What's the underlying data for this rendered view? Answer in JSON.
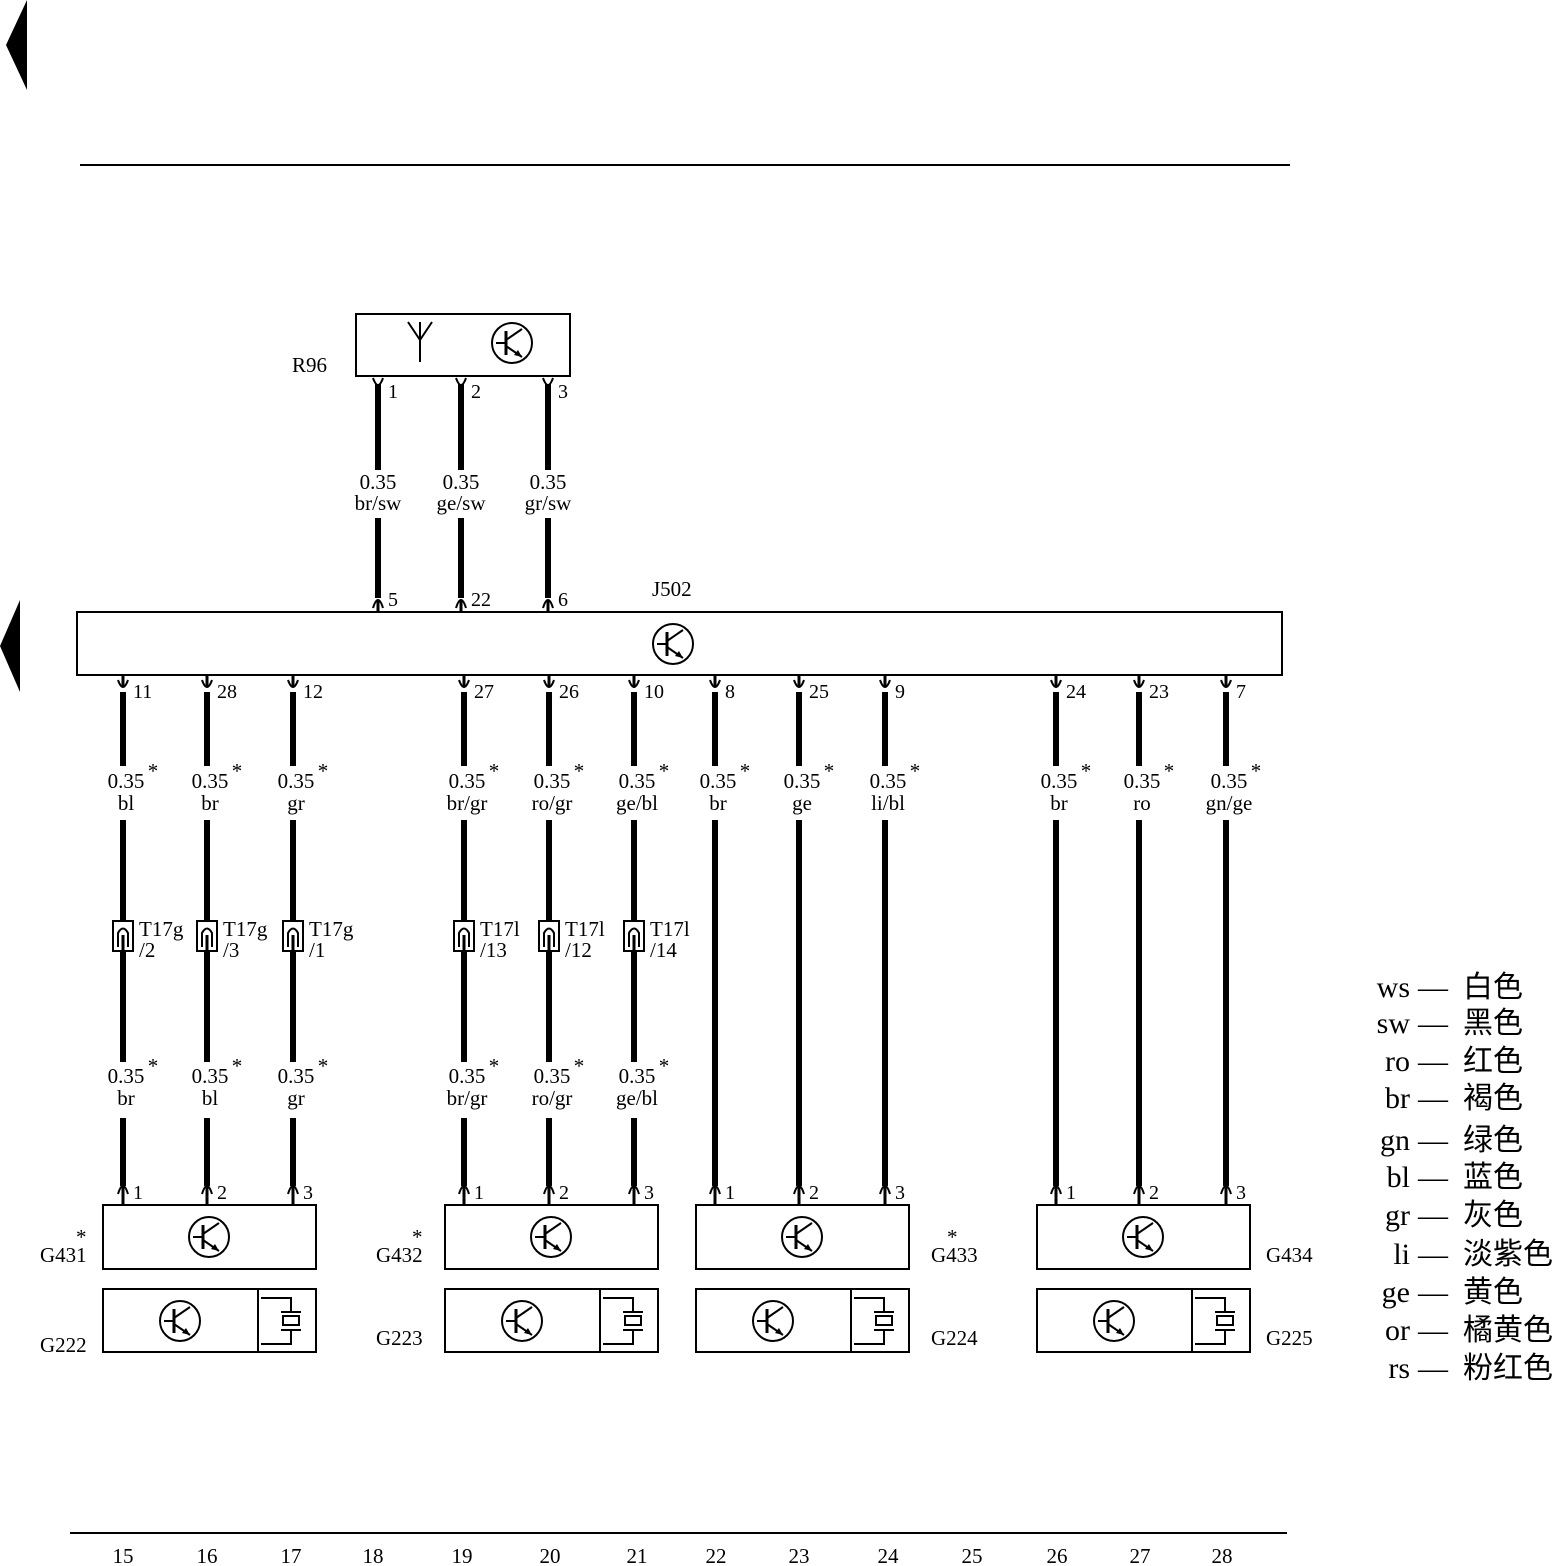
{
  "components": {
    "r96": "R96",
    "j502": "J502",
    "g431": "G431",
    "g432": "G432",
    "g433": "G433",
    "g434": "G434",
    "g222": "G222",
    "g223": "G223",
    "g224": "G224",
    "g225": "G225",
    "asterisk": "*"
  },
  "top_wires": [
    {
      "pin_top": "1",
      "size": "0.35",
      "color": "br/sw",
      "pin_bottom": "5"
    },
    {
      "pin_top": "2",
      "size": "0.35",
      "color": "ge/sw",
      "pin_bottom": "22"
    },
    {
      "pin_top": "3",
      "size": "0.35",
      "color": "gr/sw",
      "pin_bottom": "6"
    }
  ],
  "bottom_wires": [
    {
      "j502_pin": "11",
      "size": "0.35",
      "mark": "*",
      "color_upper": "bl",
      "connector": "T17g",
      "connector_pin": "/2",
      "color_lower": "br",
      "device_pin": "1"
    },
    {
      "j502_pin": "28",
      "size": "0.35",
      "mark": "*",
      "color_upper": "br",
      "connector": "T17g",
      "connector_pin": "/3",
      "color_lower": "bl",
      "device_pin": "2"
    },
    {
      "j502_pin": "12",
      "size": "0.35",
      "mark": "*",
      "color_upper": "gr",
      "connector": "T17g",
      "connector_pin": "/1",
      "color_lower": "gr",
      "device_pin": "3"
    },
    {
      "j502_pin": "27",
      "size": "0.35",
      "mark": "*",
      "color_upper": "br/gr",
      "connector": "T17l",
      "connector_pin": "/13",
      "color_lower": "br/gr",
      "device_pin": "1"
    },
    {
      "j502_pin": "26",
      "size": "0.35",
      "mark": "*",
      "color_upper": "ro/gr",
      "connector": "T17l",
      "connector_pin": "/12",
      "color_lower": "ro/gr",
      "device_pin": "2"
    },
    {
      "j502_pin": "10",
      "size": "0.35",
      "mark": "*",
      "color_upper": "ge/bl",
      "connector": "T17l",
      "connector_pin": "/14",
      "color_lower": "ge/bl",
      "device_pin": "3"
    },
    {
      "j502_pin": "8",
      "size": "0.35",
      "mark": "*",
      "color_upper": "br",
      "device_pin": "1"
    },
    {
      "j502_pin": "25",
      "size": "0.35",
      "mark": "*",
      "color_upper": "ge",
      "device_pin": "2"
    },
    {
      "j502_pin": "9",
      "size": "0.35",
      "mark": "*",
      "color_upper": "li/bl",
      "device_pin": "3"
    },
    {
      "j502_pin": "24",
      "size": "0.35",
      "mark": "*",
      "color_upper": "br",
      "device_pin": "1"
    },
    {
      "j502_pin": "23",
      "size": "0.35",
      "mark": "*",
      "color_upper": "ro",
      "device_pin": "2"
    },
    {
      "j502_pin": "7",
      "size": "0.35",
      "mark": "*",
      "color_upper": "gn/ge",
      "device_pin": "3"
    }
  ],
  "legend": [
    {
      "code": "ws",
      "dash": "—",
      "name": "白色"
    },
    {
      "code": "sw",
      "dash": "—",
      "name": "黑色"
    },
    {
      "code": "ro",
      "dash": "—",
      "name": "红色"
    },
    {
      "code": "br",
      "dash": "—",
      "name": "褐色"
    },
    {
      "code": "gn",
      "dash": "—",
      "name": "绿色"
    },
    {
      "code": "bl",
      "dash": "—",
      "name": "蓝色"
    },
    {
      "code": "gr",
      "dash": "—",
      "name": "灰色"
    },
    {
      "code": "li",
      "dash": "—",
      "name": "淡紫色"
    },
    {
      "code": "ge",
      "dash": "—",
      "name": "黄色"
    },
    {
      "code": "or",
      "dash": "—",
      "name": "橘黄色"
    },
    {
      "code": "rs",
      "dash": "—",
      "name": "粉红色"
    }
  ],
  "track_numbers": [
    "15",
    "16",
    "17",
    "18",
    "19",
    "20",
    "21",
    "22",
    "23",
    "24",
    "25",
    "26",
    "27",
    "28"
  ]
}
